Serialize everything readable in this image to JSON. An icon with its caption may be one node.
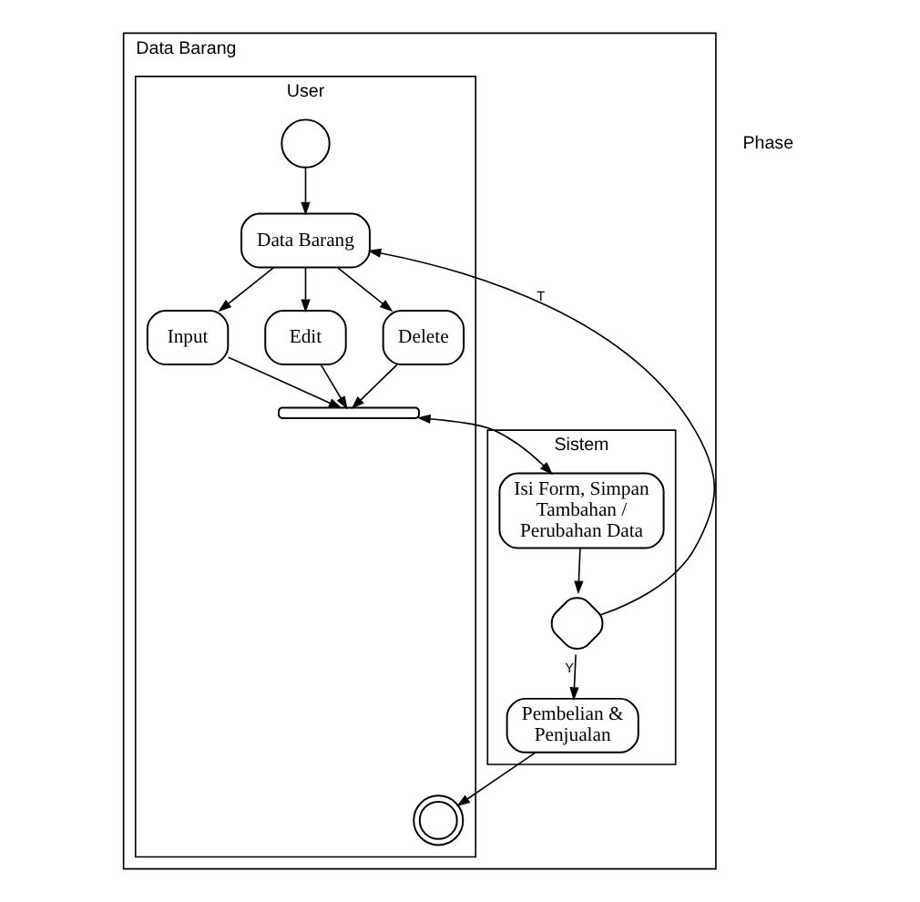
{
  "diagram": {
    "nodes": [
      {
        "text": [
          "Data Barang"
        ]
      },
      {
        "text": [
          "User"
        ],
        "in": 0
      },
      {
        "text": [
          "Sistem"
        ],
        "in": 0
      },
      {
        "text": [],
        "shape": "circle",
        "in": 1
      },
      {
        "text": [
          "Data Barang"
        ],
        "in": 1
      },
      {
        "text": [
          "Input"
        ],
        "in": 1
      },
      {
        "text": [
          "Edit"
        ],
        "in": 1
      },
      {
        "text": [
          "Delete"
        ],
        "in": 1
      },
      {
        "text": [],
        "shape": "bar",
        "in": 1
      },
      {
        "text": [
          "Isi Form, Simpan Tambahan / Perubahan Data"
        ],
        "in": 2
      },
      {
        "text": [],
        "shape": "diamond",
        "in": 2
      },
      {
        "text": [
          "Pembelian & Penjualan"
        ],
        "in": 2
      },
      {
        "text": [],
        "shape": "circle",
        "in": 1
      }
    ],
    "edges": [
      {
        "from": 3,
        "to": 4,
        "arrow": "to"
      },
      {
        "from": 4,
        "to": 5,
        "arrow": "to"
      },
      {
        "from": 4,
        "to": 6,
        "arrow": "to"
      },
      {
        "from": 4,
        "to": 7,
        "arrow": "to"
      },
      {
        "from": 5,
        "to": 8,
        "arrow": "to"
      },
      {
        "from": 6,
        "to": 8,
        "arrow": "to"
      },
      {
        "from": 7,
        "to": 8,
        "arrow": "to"
      },
      {
        "from": 8,
        "to": 9,
        "arrow": "both"
      },
      {
        "from": 9,
        "to": 10,
        "arrow": "to"
      },
      {
        "from": 10,
        "to": 4,
        "label": "T",
        "arrow": "to"
      },
      {
        "from": 10,
        "to": 11,
        "label": "Y",
        "arrow": "to"
      },
      {
        "from": 11,
        "to": 12,
        "arrow": "to"
      }
    ],
    "labels": [
      "Phase"
    ]
  }
}
